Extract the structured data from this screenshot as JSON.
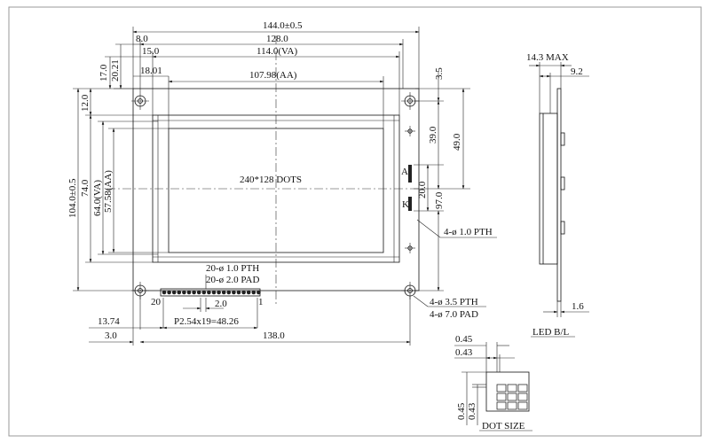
{
  "drawing": {
    "dims": {
      "overall_width": "144.0±0.5",
      "pcb_inner_width": "128.0",
      "va_width": "114.0(VA)",
      "aa_width": "107.98(AA)",
      "left_8": "8.0",
      "left_15": "15.0",
      "left_18": "18.01",
      "top_17": "17.0",
      "top_2021": "20.21",
      "top_12": "12.0",
      "overall_height": "104.0±0.5",
      "height_74": "74.0",
      "va_height": "64.0(VA)",
      "aa_height": "57.58(AA)",
      "right_35": "3.5",
      "right_39": "39.0",
      "right_49": "49.0",
      "right_20": "20.0",
      "right_97": "97.0",
      "bottom_1374": "13.74",
      "bottom_3": "3.0",
      "bottom_138": "138.0",
      "pin_pitch_20": "2.0",
      "pitch_text": "P2.54x19=48.26",
      "pin_20": "20",
      "pin_1": "1"
    },
    "labels": {
      "dots": "240*128 DOTS",
      "pin_a": "A",
      "pin_k": "K",
      "hole_pth_small": "4-ø 1.0 PTH",
      "pins_pth": "20-ø 1.0 PTH",
      "pins_pad": "20-ø 2.0 PAD",
      "mount_pth": "4-ø 3.5 PTH",
      "mount_pad": "4-ø 7.0 PAD"
    },
    "side": {
      "max_thickness": "14.3 MAX",
      "dim_92": "9.2",
      "dim_16": "1.6",
      "caption": "LED B/L"
    },
    "dot_size": {
      "w_045": "0.45",
      "w_043": "0.43",
      "h_045": "0.45",
      "h_043": "0.43",
      "caption": "DOT SIZE"
    }
  }
}
